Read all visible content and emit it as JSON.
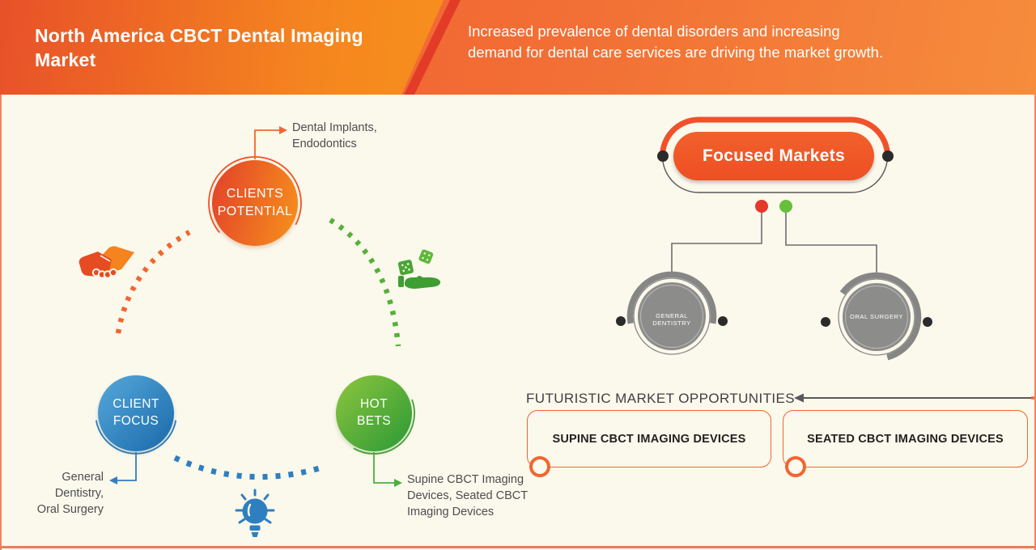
{
  "header": {
    "title": "North America CBCT Dental Imaging\nMarket",
    "subtitle": "Increased prevalence of dental disorders and increasing\ndemand for dental care services are driving the market growth."
  },
  "strategy_wheel": {
    "clients_potential": {
      "label": "CLIENTS\nPOTENTIAL",
      "note": "Dental Implants,\nEndodontics"
    },
    "client_focus": {
      "label": "CLIENT\nFOCUS",
      "note": "General\nDentistry,\nOral Surgery"
    },
    "hot_bets": {
      "label": "HOT\nBETS",
      "note": "Supine CBCT Imaging\nDevices, Seated CBCT\nImaging Devices"
    },
    "icons": {
      "top_left": "handshake-icon",
      "top_right": "dice-hand-icon",
      "bottom": "lightbulb-icon"
    }
  },
  "focused_markets": {
    "title": "Focused Markets",
    "segments": [
      {
        "label": "GENERAL DENTISTRY"
      },
      {
        "label": "ORAL SURGERY"
      }
    ]
  },
  "futuristic": {
    "heading": "FUTURISTIC MARKET OPPORTUNITIES",
    "boxes": [
      {
        "label": "SUPINE CBCT IMAGING DEVICES"
      },
      {
        "label": "SEATED CBCT IMAGING DEVICES"
      }
    ]
  },
  "colors": {
    "header_gradient_start": "#e85129",
    "header_gradient_end": "#f68c3c",
    "accent_orange": "#f26531",
    "accent_blue": "#2d7fc1",
    "accent_green": "#54b135",
    "segment_gray": "#8c8c8a",
    "text_dark": "#4d4d4f",
    "background_cream": "#fbf8ec",
    "red_dot": "#e6372b",
    "green_dot": "#67bf3d"
  }
}
